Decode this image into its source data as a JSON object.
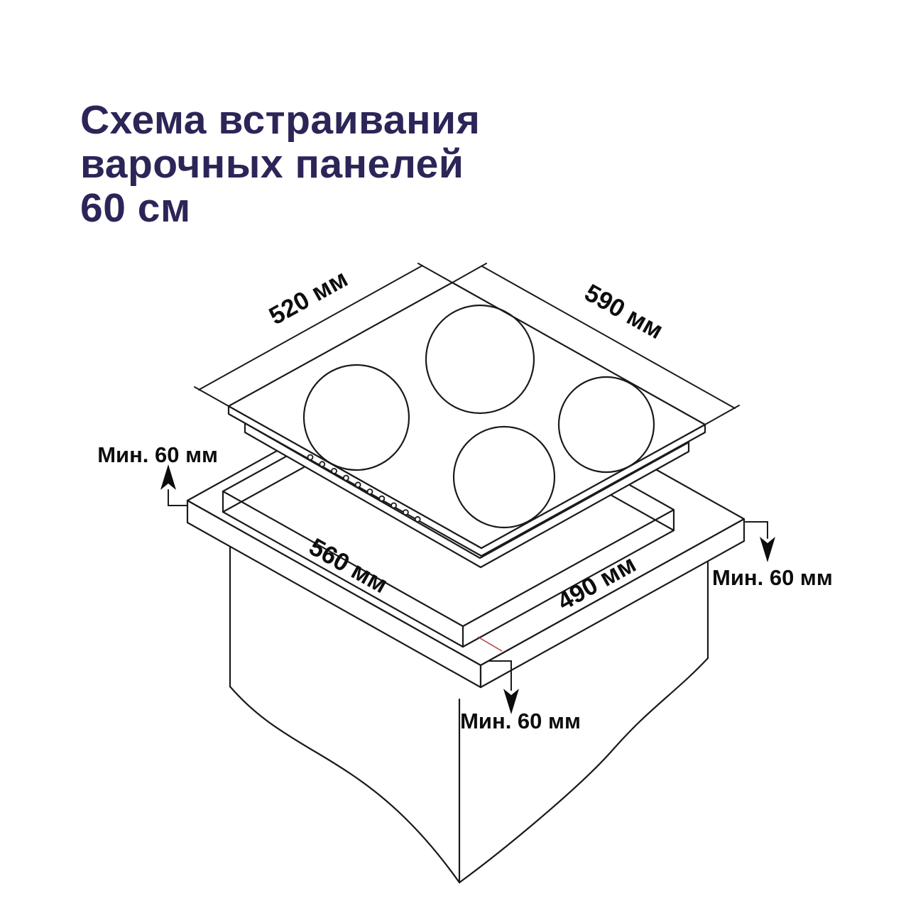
{
  "title": {
    "line1": "Схема встраивания",
    "line2": "варочных панелей",
    "line3": "60 см",
    "color": "#2b2558"
  },
  "diagram": {
    "hob": {
      "top_left_dimension": "520 мм",
      "top_right_dimension": "590 мм",
      "burner_count": 4
    },
    "cutout": {
      "left_dimension": "560 мм",
      "right_dimension": "490 мм"
    },
    "clearances": {
      "left": "Мин. 60 мм",
      "right": "Мин. 60 мм",
      "bottom": "Мин. 60 мм"
    },
    "colors": {
      "line": "#1a1a1a",
      "text": "#0d0d0d",
      "stray_mark": "#b23b33",
      "background": "#ffffff"
    }
  }
}
